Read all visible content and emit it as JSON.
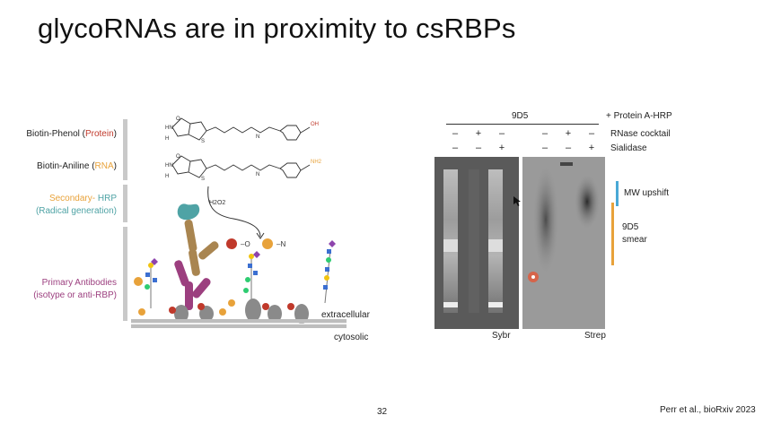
{
  "title": "glycoRNAs are in proximity to csRBPs",
  "left_panel": {
    "biotin_phenol": {
      "name": "Biotin-Phenol",
      "paren_open": " (",
      "target": "Protein",
      "paren_close": ")"
    },
    "biotin_aniline": {
      "name": "Biotin-Aniline",
      "paren_open": " (",
      "target": "RNA",
      "paren_close": ")"
    },
    "secondary": {
      "part1": "Secondary-",
      "part2": " HRP",
      "line2": "(Radical generation)"
    },
    "primary": {
      "line1": "Primary Antibodies",
      "line2": "(isotype or anti-RBP)"
    },
    "h2o2": "H2O2",
    "radical_o": "–O",
    "radical_n": "–N",
    "oh_label": "OH",
    "nh2_label": "NH2",
    "extracellular": "extracellular",
    "cytosolic": "cytosolic"
  },
  "gel": {
    "antibody": "9D5",
    "rows": [
      {
        "label": "+ Protein A-HRP",
        "symbols": []
      },
      {
        "label": "RNase cocktail",
        "symbols": [
          "–",
          "+",
          "–",
          "–",
          "+",
          "–"
        ]
      },
      {
        "label": "Sialidase",
        "symbols": [
          "–",
          "–",
          "+",
          "–",
          "–",
          "+"
        ]
      }
    ],
    "lane_labels": {
      "sybr": "Sybr",
      "strep": "Strep"
    },
    "annotations": {
      "mw_upshift": "MW upshift",
      "smear_line1": "9D5",
      "smear_line2": "smear"
    }
  },
  "colors": {
    "protein": "#c0392b",
    "rna": "#e8a23a",
    "hrp": "#4fa3a5",
    "antibody": "#9c3f7f",
    "secondary_ab": "#a98550",
    "upshift_bar": "#4aa9d6",
    "smear_bar": "#e8a23a"
  },
  "footer": {
    "page_number": "32",
    "citation": "Perr et al., bioRxiv 2023"
  }
}
